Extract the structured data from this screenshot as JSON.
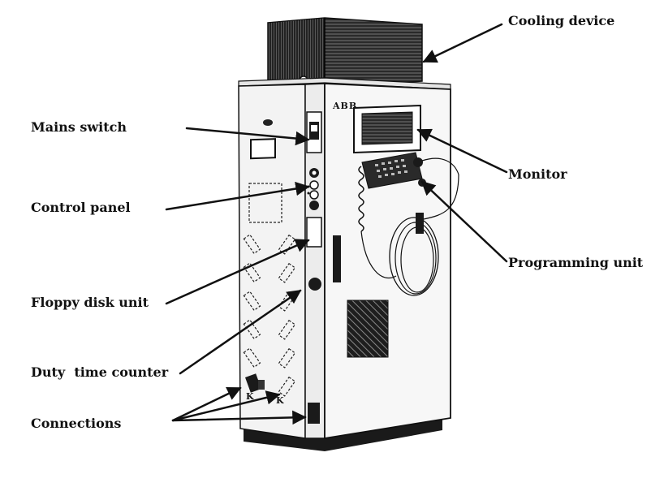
{
  "brand": "ABB",
  "labels": {
    "cooling_device": "Cooling device",
    "mains_switch": "Mains switch",
    "monitor": "Monitor",
    "control_panel": "Control panel",
    "programming_unit": "Programming unit",
    "floppy_disk_unit": "Floppy disk unit",
    "duty_time_counter": "Duty  time counter",
    "connections": "Connections"
  }
}
